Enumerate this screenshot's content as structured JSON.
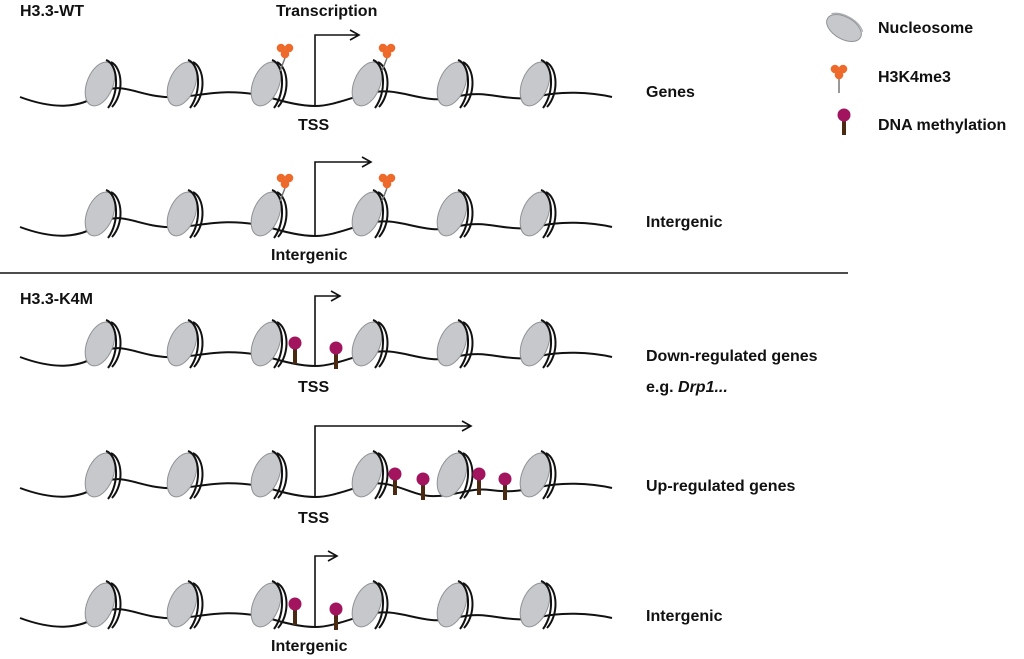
{
  "colors": {
    "nucleosome": "#c6c8cc",
    "h3k4me3": "#ee6a2a",
    "dna_methylation": "#a3145e",
    "methylation_stem": "#4a2a12",
    "line": "#111111"
  },
  "sections": [
    {
      "label": "H3.3-WT",
      "rows": [
        {
          "arrow_label": "Transcription",
          "site_label": "TSS",
          "right_label": "Genes",
          "right_label_line2": "",
          "marks": "h3k4me3",
          "marks_position": "near_tss"
        },
        {
          "arrow_label": "",
          "site_label": "Intergenic",
          "right_label": "Intergenic",
          "right_label_line2": "",
          "marks": "h3k4me3",
          "marks_position": "near_tss"
        }
      ]
    },
    {
      "label": "H3.3-K4M",
      "rows": [
        {
          "arrow_label": "",
          "site_label": "TSS",
          "right_label": "Down-regulated genes",
          "right_label_line2_prefix": "e.g. ",
          "right_label_line2_italic": "Drp1...",
          "marks": "dna_methylation",
          "marks_position": "near_tss",
          "arrow_length": "short"
        },
        {
          "arrow_label": "",
          "site_label": "TSS",
          "right_label": "Up-regulated genes",
          "marks": "dna_methylation",
          "marks_position": "gene_body",
          "arrow_length": "long"
        },
        {
          "arrow_label": "",
          "site_label": "Intergenic",
          "right_label": "Intergenic",
          "marks": "dna_methylation",
          "marks_position": "near_tss",
          "arrow_length": "short"
        }
      ]
    }
  ],
  "legend": [
    {
      "icon": "nucleosome-icon",
      "label": "Nucleosome"
    },
    {
      "icon": "h3k4me3-icon",
      "label": "H3K4me3"
    },
    {
      "icon": "dna-methylation-icon",
      "label": "DNA methylation"
    }
  ]
}
